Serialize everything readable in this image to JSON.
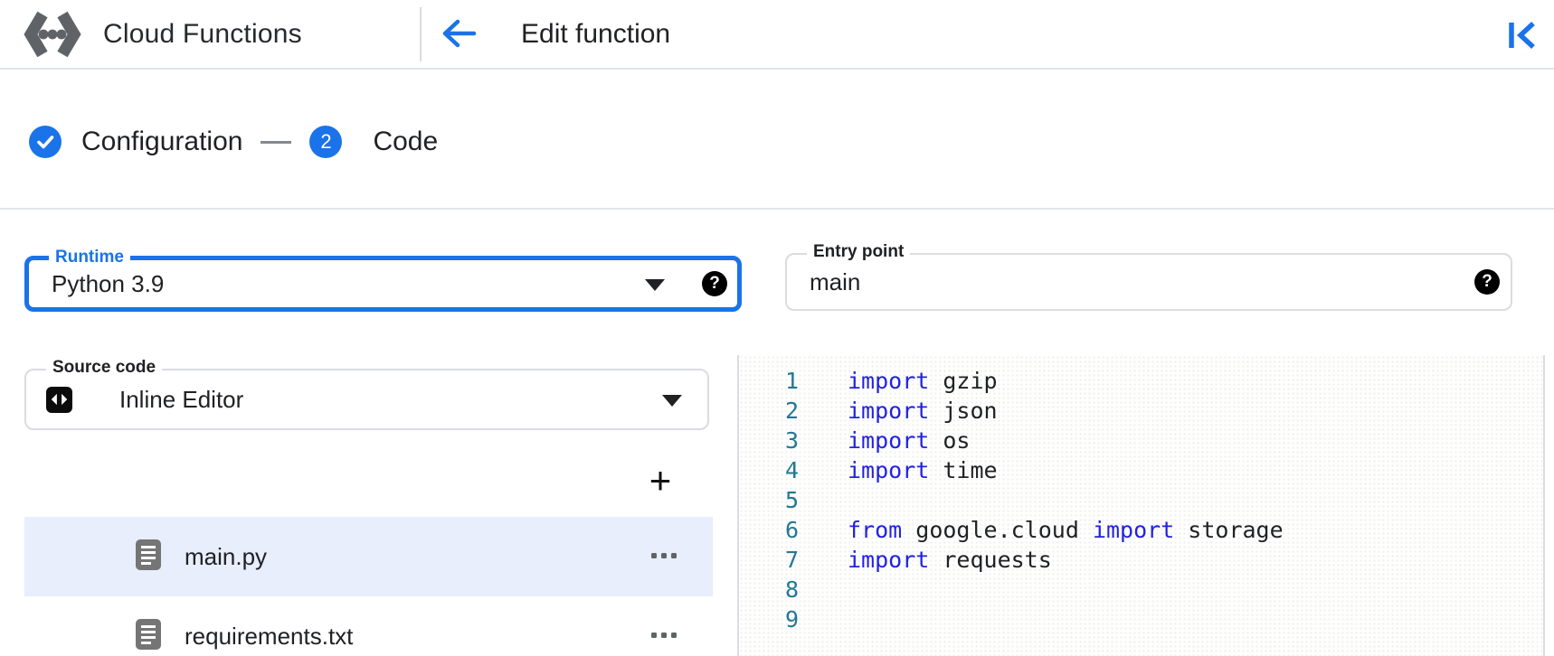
{
  "header": {
    "product": "Cloud Functions",
    "page_title": "Edit function",
    "logo_icon": "cloud-functions-logo",
    "back_icon": "back-arrow-icon",
    "collapse_icon": "collapse-panel-icon"
  },
  "stepper": {
    "steps": [
      {
        "label": "Configuration",
        "status": "complete",
        "icon": "check-icon"
      },
      {
        "label": "Code",
        "status": "current",
        "number": "2"
      }
    ]
  },
  "form": {
    "runtime": {
      "label": "Runtime",
      "value": "Python 3.9",
      "focused": true,
      "help_icon": "help-icon",
      "help_glyph": "?",
      "caret_icon": "dropdown-caret-icon"
    },
    "entry_point": {
      "label": "Entry point",
      "value": "main",
      "help_icon": "help-icon",
      "help_glyph": "?"
    },
    "source_code": {
      "label": "Source code",
      "value": "Inline Editor",
      "icon": "code-brackets-icon",
      "caret_icon": "dropdown-caret-icon"
    }
  },
  "file_explorer": {
    "add_button_label": "+",
    "file_icon": "document-icon",
    "more_icon": "more-horizontal-icon",
    "files": [
      {
        "name": "main.py",
        "selected": true
      },
      {
        "name": "requirements.txt",
        "selected": false
      }
    ]
  },
  "editor": {
    "lines": [
      {
        "n": "1",
        "parts": [
          [
            "k",
            "import"
          ],
          [
            "p",
            " gzip"
          ]
        ]
      },
      {
        "n": "2",
        "parts": [
          [
            "k",
            "import"
          ],
          [
            "p",
            " json"
          ]
        ]
      },
      {
        "n": "3",
        "parts": [
          [
            "k",
            "import"
          ],
          [
            "p",
            " os"
          ]
        ]
      },
      {
        "n": "4",
        "parts": [
          [
            "k",
            "import"
          ],
          [
            "p",
            " time"
          ]
        ]
      },
      {
        "n": "5",
        "parts": []
      },
      {
        "n": "6",
        "parts": [
          [
            "k",
            "from"
          ],
          [
            "p",
            " google.cloud "
          ],
          [
            "k",
            "import"
          ],
          [
            "p",
            " storage"
          ]
        ]
      },
      {
        "n": "7",
        "parts": [
          [
            "k",
            "import"
          ],
          [
            "p",
            " requests"
          ]
        ]
      },
      {
        "n": "8",
        "parts": []
      },
      {
        "n": "9",
        "parts": []
      }
    ]
  },
  "colors": {
    "accent_blue": "#1a73e8",
    "keyword_blue": "#2222e0",
    "line_number_teal": "#237893",
    "selected_file_bg": "#e8eefb",
    "border_gray": "#dadce0"
  }
}
